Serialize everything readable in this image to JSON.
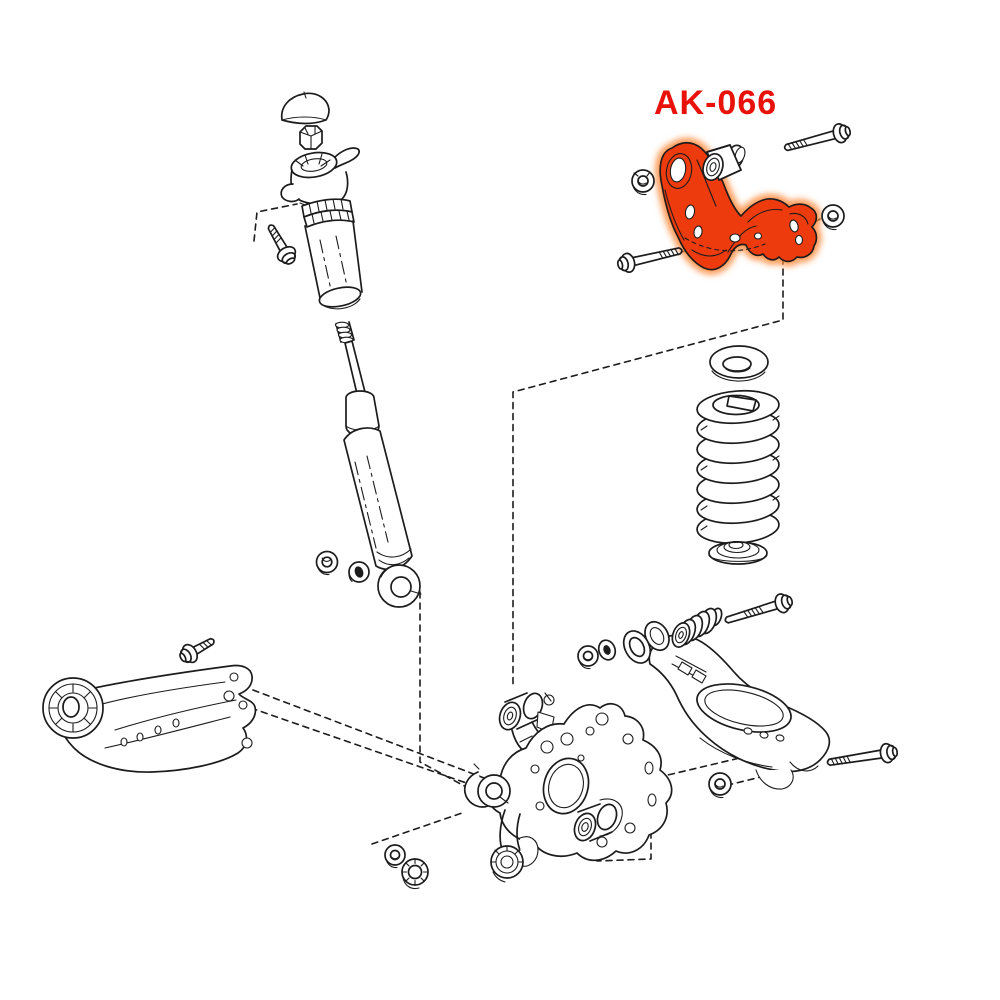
{
  "colors": {
    "bg": "#ffffff",
    "line": "#1c1c1c",
    "highlight": "#ee3a07",
    "glow": "#ff8a3c",
    "label": "#e8120a"
  },
  "diagram": {
    "label": "AK-066",
    "highlighted_part": "rear upper control arm",
    "parts": [
      {
        "id": "strut-top-cap",
        "name": "strut top cap"
      },
      {
        "id": "strut-mount-nut",
        "name": "strut mount hex nut"
      },
      {
        "id": "strut-upper-mount",
        "name": "strut upper mount / bearing"
      },
      {
        "id": "strut-dust-boot",
        "name": "strut dust boot"
      },
      {
        "id": "strut-mount-bolt",
        "name": "strut mount bolt"
      },
      {
        "id": "shock-absorber",
        "name": "shock absorber"
      },
      {
        "id": "shock-mount-nut",
        "name": "shock mount flange nut"
      },
      {
        "id": "shock-mount-washer",
        "name": "shock mount washer"
      },
      {
        "id": "upper-control-arm",
        "name": "rear upper control arm (highlighted, AK-066)"
      },
      {
        "id": "upper-arm-bushing",
        "name": "upper arm bushing"
      },
      {
        "id": "upper-arm-nut-left",
        "name": "upper arm nut"
      },
      {
        "id": "upper-arm-nut-right",
        "name": "upper arm lock nut"
      },
      {
        "id": "upper-arm-bolt-front",
        "name": "upper arm front bolt"
      },
      {
        "id": "upper-arm-bolt-rear",
        "name": "upper arm rear bolt"
      },
      {
        "id": "spring-upper-insulator",
        "name": "coil spring upper insulator"
      },
      {
        "id": "coil-spring",
        "name": "coil spring"
      },
      {
        "id": "spring-lower-insulator",
        "name": "coil spring lower insulator"
      },
      {
        "id": "trailing-arm",
        "name": "trailing arm"
      },
      {
        "id": "trailing-arm-bolt",
        "name": "trailing arm bolt"
      },
      {
        "id": "rear-knuckle",
        "name": "rear axle knuckle / carrier"
      },
      {
        "id": "knuckle-flange-nut",
        "name": "knuckle flange nut"
      },
      {
        "id": "knuckle-ribbed-nut",
        "name": "knuckle ribbed nut"
      },
      {
        "id": "lower-control-arm",
        "name": "rear lower control arm (spring seat)"
      },
      {
        "id": "lower-arm-flange-nut",
        "name": "lower arm flange nut"
      },
      {
        "id": "lower-arm-washer",
        "name": "lower arm washer"
      },
      {
        "id": "lower-arm-bushing",
        "name": "lower arm bushing"
      },
      {
        "id": "lower-arm-bolt-front",
        "name": "lower arm front bolt"
      },
      {
        "id": "lower-arm-bolt-rear",
        "name": "lower arm rear bolt"
      },
      {
        "id": "lower-arm-nut",
        "name": "lower arm nut"
      }
    ]
  }
}
